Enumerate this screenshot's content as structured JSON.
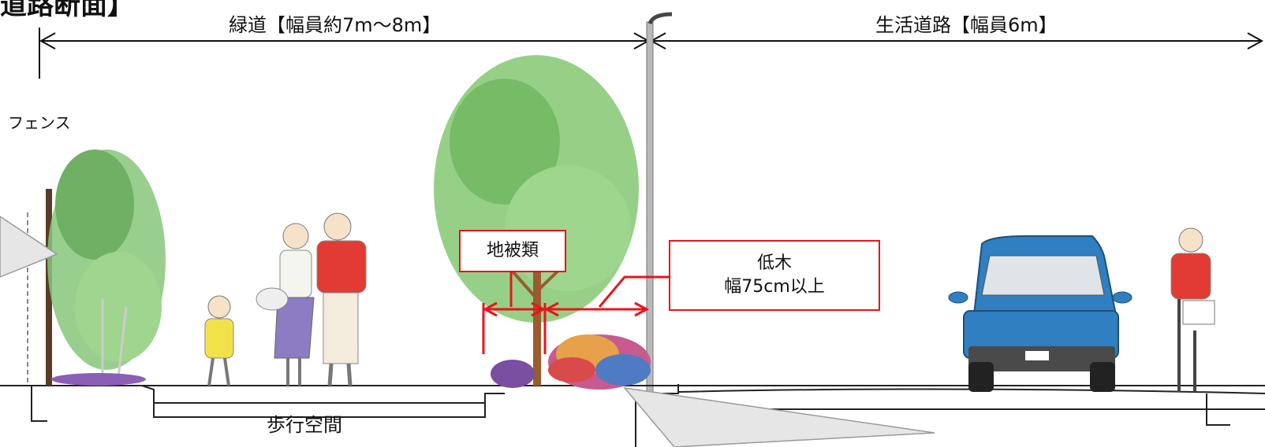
{
  "title": "道路断面】",
  "greenway_width_label": "緑道【幅員約7m～8m】",
  "road_width_label": "生活道路【幅員6m】",
  "fence_label": "フェンス",
  "ground_cover_label": "地被類",
  "shrub_label_line1": "低木",
  "shrub_label_line2": "幅75cm以上",
  "walkway_label": "歩行空間",
  "colors": {
    "annotation_red": "#e8141b",
    "tree_green": "#7fc36a",
    "car_blue": "#2f7fc1",
    "shirt_red": "#e23b33",
    "dress_purple": "#8b7cc4",
    "child_yellow": "#f2e24a"
  }
}
